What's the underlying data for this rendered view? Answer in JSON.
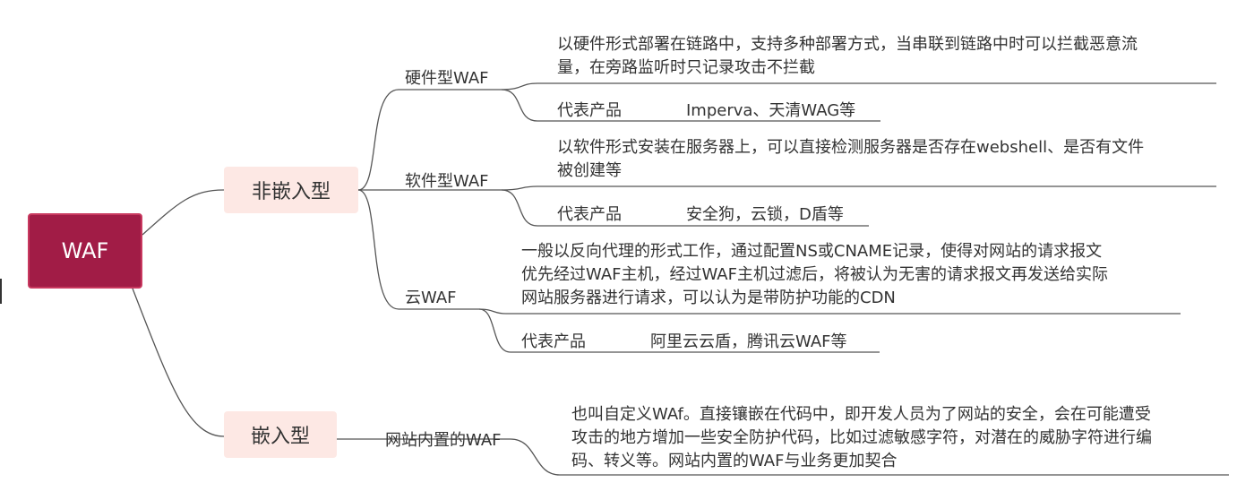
{
  "theme": {
    "root_color": "#a11c46",
    "root_border": "#c8395f",
    "level1_color": "#fde8e4",
    "line_color": "#555555"
  },
  "root": {
    "label": "WAF"
  },
  "branches": [
    {
      "label": "非嵌入型",
      "children": [
        {
          "label": "硬件型WAF",
          "description": [
            "以硬件形式部署在链路中，支持多种部署方式，当串联到链路中时可以拦截恶意流",
            "量，在旁路监听时只记录攻击不拦截"
          ],
          "products_label": "代表产品",
          "products": "Imperva、天清WAG等"
        },
        {
          "label": "软件型WAF",
          "description": [
            "以软件形式安装在服务器上，可以直接检测服务器是否存在webshell、是否有文件",
            "被创建等"
          ],
          "products_label": "代表产品",
          "products": "安全狗，云锁，D盾等"
        },
        {
          "label": "云WAF",
          "description": [
            "一般以反向代理的形式工作，通过配置NS或CNAME记录，使得对网站的请求报文",
            "优先经过WAF主机，经过WAF主机过滤后，将被认为无害的请求报文再发送给实际",
            "网站服务器进行请求，可以认为是带防护功能的CDN"
          ],
          "products_label": "代表产品",
          "products": "阿里云云盾，腾讯云WAF等"
        }
      ]
    },
    {
      "label": "嵌入型",
      "children": [
        {
          "label": "网站内置的WAF",
          "description": [
            "也叫自定义WAf。直接镶嵌在代码中，即开发人员为了网站的安全，会在可能遭受",
            "攻击的地方增加一些安全防护代码，比如过滤敏感字符，对潜在的威胁字符进行编",
            "码、转义等。网站内置的WAF与业务更加契合"
          ]
        }
      ]
    }
  ]
}
